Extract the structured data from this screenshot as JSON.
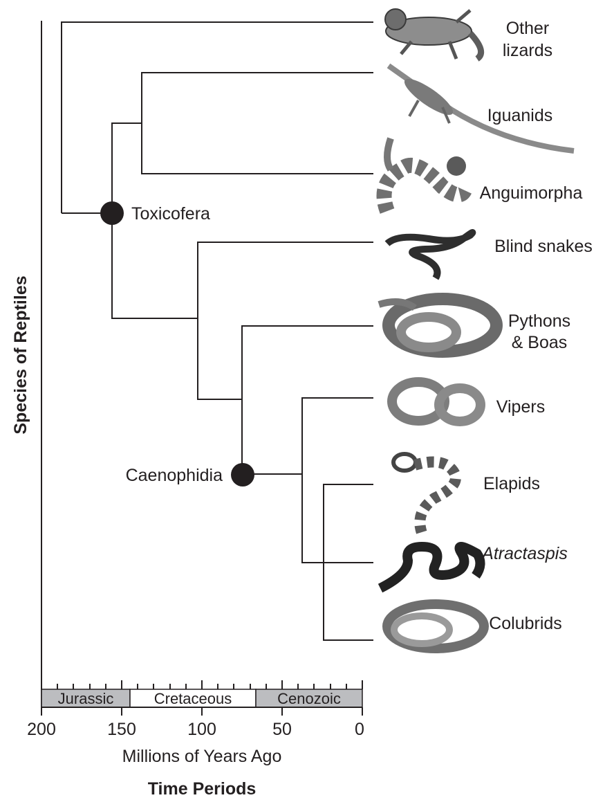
{
  "y_axis_label": "Species of Reptiles",
  "x_axis_label": "Millions of Years Ago",
  "x_axis_title": "Time Periods",
  "x_ticks": [
    "200",
    "150",
    "100",
    "50",
    "0"
  ],
  "periods": [
    "Jurassic",
    "Cretaceous",
    "Cenozoic"
  ],
  "nodes": {
    "toxicofera": "Toxicofera",
    "caenophidia": "Caenophidia"
  },
  "taxa": [
    {
      "name": "Other lizards",
      "lines": [
        "Other",
        "lizards"
      ],
      "animal": "gecko-image"
    },
    {
      "name": "Iguanids",
      "lines": [
        "Iguanids"
      ],
      "animal": "anole-image"
    },
    {
      "name": "Anguimorpha",
      "lines": [
        "Anguimorpha"
      ],
      "animal": "gila-monster-image"
    },
    {
      "name": "Blind snakes",
      "lines": [
        "Blind snakes"
      ],
      "animal": "blind-snake-image"
    },
    {
      "name": "Pythons & Boas",
      "lines": [
        "Pythons",
        "& Boas"
      ],
      "animal": "python-image"
    },
    {
      "name": "Vipers",
      "lines": [
        "Vipers"
      ],
      "animal": "viper-image"
    },
    {
      "name": "Elapids",
      "lines": [
        "Elapids"
      ],
      "animal": "coral-snake-image"
    },
    {
      "name": "Atractaspis",
      "lines": [
        "Atractaspis"
      ],
      "animal": "atractaspis-image"
    },
    {
      "name": "Colubrids",
      "lines": [
        "Colubrids"
      ],
      "animal": "colubrid-image"
    }
  ],
  "colors": {
    "line": "#231f20",
    "period_dark": "#bcbdc0",
    "period_light": "#ffffff"
  }
}
